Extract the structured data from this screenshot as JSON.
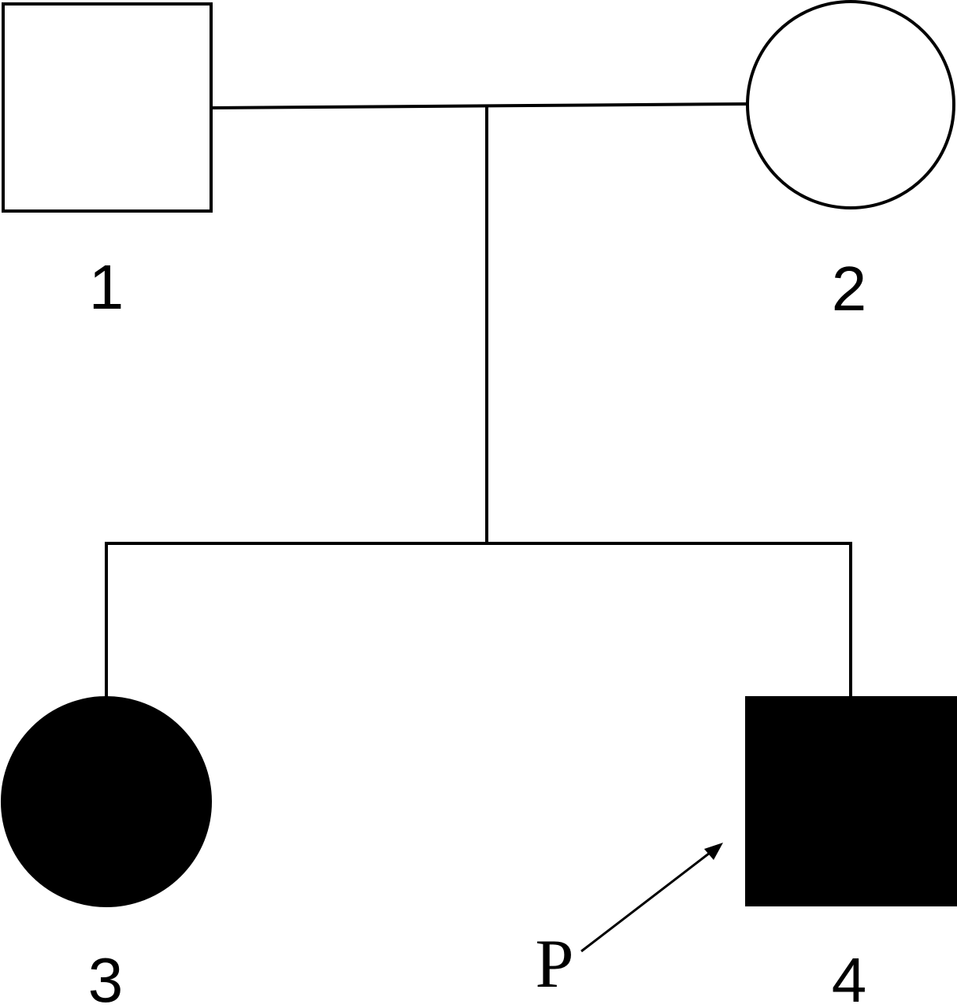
{
  "pedigree": {
    "individuals": [
      {
        "id": "1",
        "label": "1",
        "sex": "male",
        "affected": false,
        "generation": 1
      },
      {
        "id": "2",
        "label": "2",
        "sex": "female",
        "affected": false,
        "generation": 1
      },
      {
        "id": "3",
        "label": "3",
        "sex": "female",
        "affected": true,
        "generation": 2
      },
      {
        "id": "4",
        "label": "4",
        "sex": "male",
        "affected": true,
        "generation": 2,
        "proband": true
      }
    ],
    "proband_marker": "P",
    "colors": {
      "stroke": "#000000",
      "affected_fill": "#000000",
      "unaffected_fill": "#ffffff"
    }
  }
}
